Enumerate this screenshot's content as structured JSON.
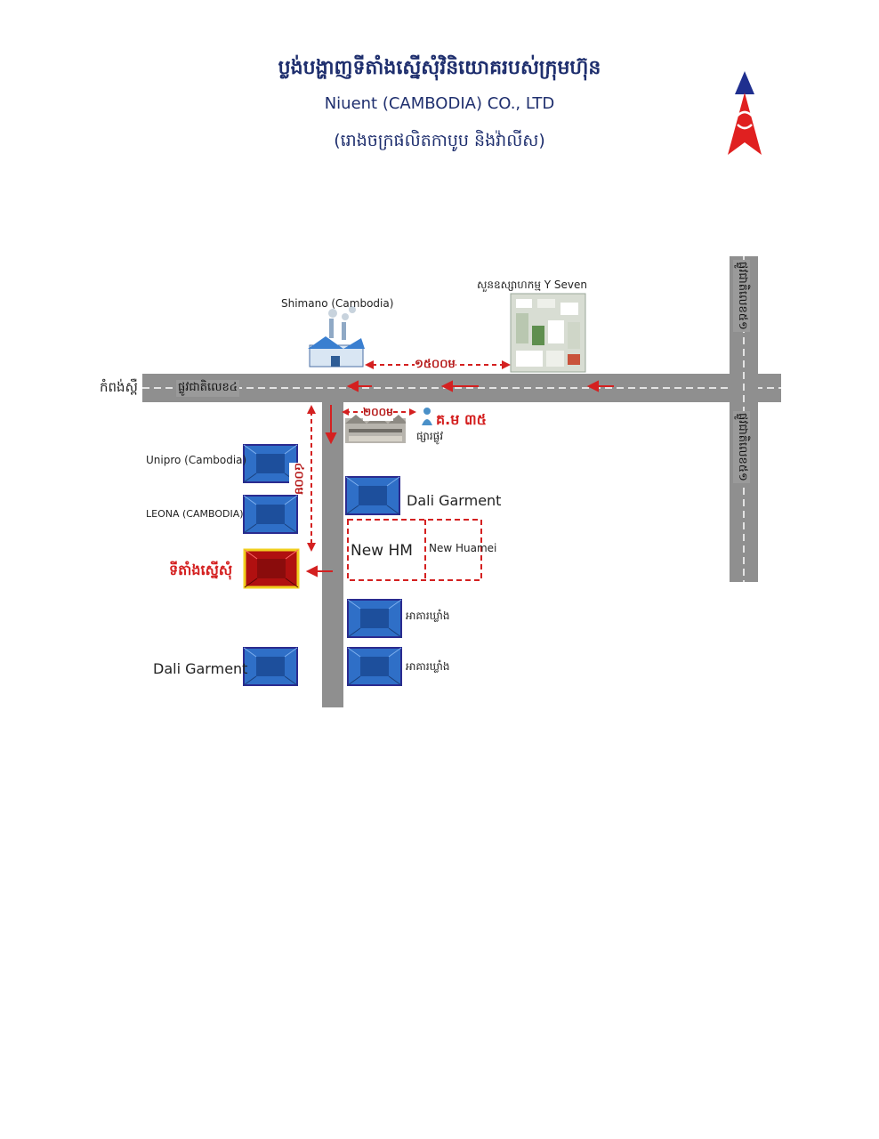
{
  "header": {
    "title_km": "ប្លង់បង្ហាញទីតាំងស្នើសុំវិនិយោគរបស់ក្រុមហ៊ុន",
    "company": "Niuent (CAMBODIA) CO., LTD",
    "subtitle_km": "(រោងចក្រផលិតកាបូប និងវ៉ាលីស)"
  },
  "roads": {
    "main_road": "ផ្លូវជាតិលេខ៤",
    "west_destination": "កំពង់ស្ពឺ",
    "east_road_top": "ផ្លូវជាតិលេខ៥១",
    "east_road_bottom": "ផ្លូវជាតិលេខ៥១"
  },
  "distances": {
    "main_road": "១៥០០ម",
    "side_road": "៤០០ម",
    "market": "២០០ម"
  },
  "landmarks": {
    "shimano": "Shimano (Cambodia)",
    "y_seven": "សួនឧស្សាហកម្ម Y Seven",
    "km_marker": "គ.ម ៣៥",
    "market": "ផ្សារផ្លូវ",
    "unipro": "Unipro (Cambodia)",
    "leona": "LEONA (CAMBODIA)",
    "site": "ទីតាំងស្នើសុំ",
    "dali_right": "Dali Garment",
    "new_hm": "New HM",
    "new_huamei": "New Huamei",
    "warehouse_1": "អាគារឃ្លាំង",
    "warehouse_2": "អាគារឃ្លាំង",
    "dali_left": "Dali Garment"
  },
  "colors": {
    "road": "#8f8f8f",
    "building_fill": "#2f6fc7",
    "building_border": "#2b2b8f",
    "site_fill": "#b01010",
    "site_border": "#f0d020",
    "arrow": "#d42020",
    "title": "#1f2f6e"
  },
  "icons": {
    "north": "north-arrow-icon",
    "factory": "factory-icon",
    "person": "person-marker-icon"
  }
}
